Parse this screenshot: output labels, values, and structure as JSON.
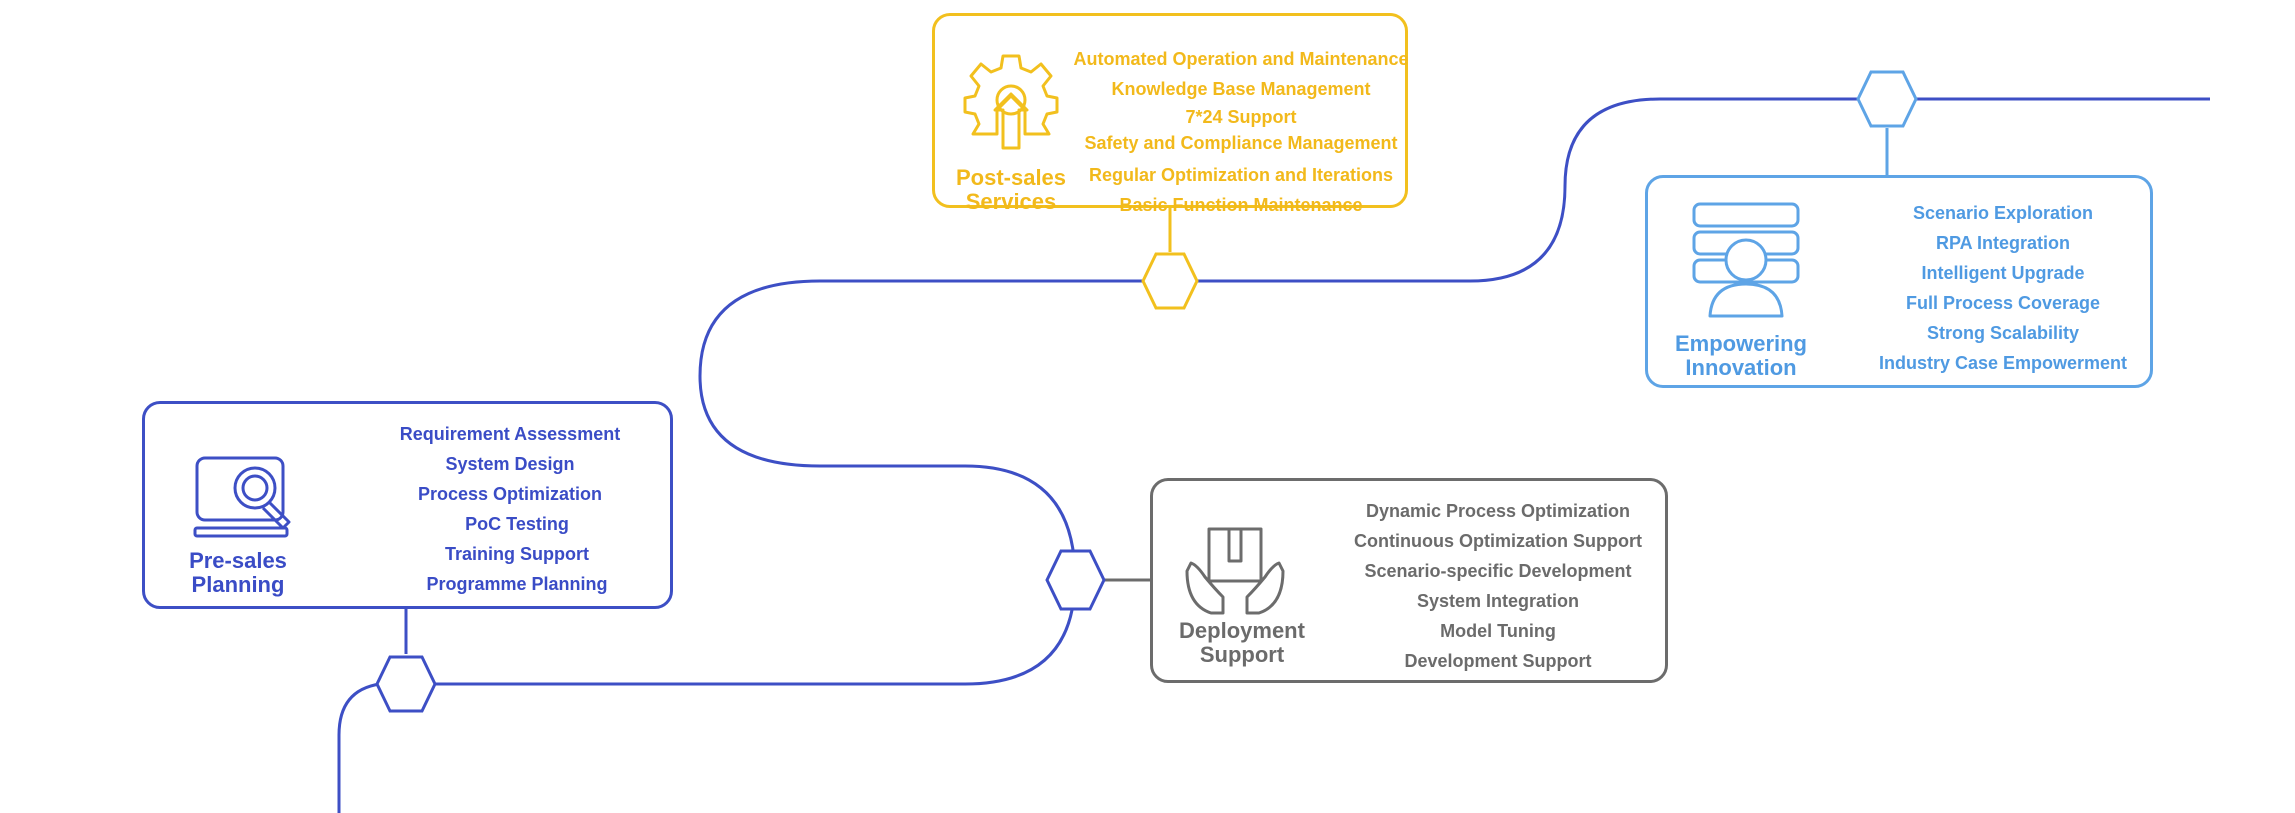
{
  "colors": {
    "path": "#3d4fc5",
    "post_sales": "#f2c01e",
    "empowering": "#5ea4e6",
    "pre_sales": "#3d4fc5",
    "deployment": "#6c6c6c"
  },
  "stages": {
    "post_sales": {
      "icon": "gear-upload-icon",
      "title_line1": "Post-sales",
      "title_line2": "Services",
      "items": [
        "Automated Operation and Maintenance",
        "Knowledge Base Management",
        "7*24 Support",
        "Safety and Compliance Management",
        "Regular Optimization and Iterations",
        "Basic Function Maintenance"
      ]
    },
    "empowering": {
      "icon": "person-list-icon",
      "title_line1": "Empowering",
      "title_line2": "Innovation",
      "items": [
        "Scenario Exploration",
        "RPA Integration",
        "Intelligent Upgrade",
        "Full Process Coverage",
        "Strong Scalability",
        "Industry Case Empowerment"
      ]
    },
    "pre_sales": {
      "icon": "monitor-magnifier-icon",
      "title_line1": "Pre-sales",
      "title_line2": "Planning",
      "items": [
        "Requirement Assessment",
        "System Design",
        "Process Optimization",
        "PoC Testing",
        "Training Support",
        "Programme Planning"
      ]
    },
    "deployment": {
      "icon": "hands-box-icon",
      "title_line1": "Deployment",
      "title_line2": "Support",
      "items": [
        "Dynamic Process Optimization",
        "Continuous Optimization Support",
        "Scenario-specific Development",
        "System Integration",
        "Model Tuning",
        "Development Support"
      ]
    }
  }
}
